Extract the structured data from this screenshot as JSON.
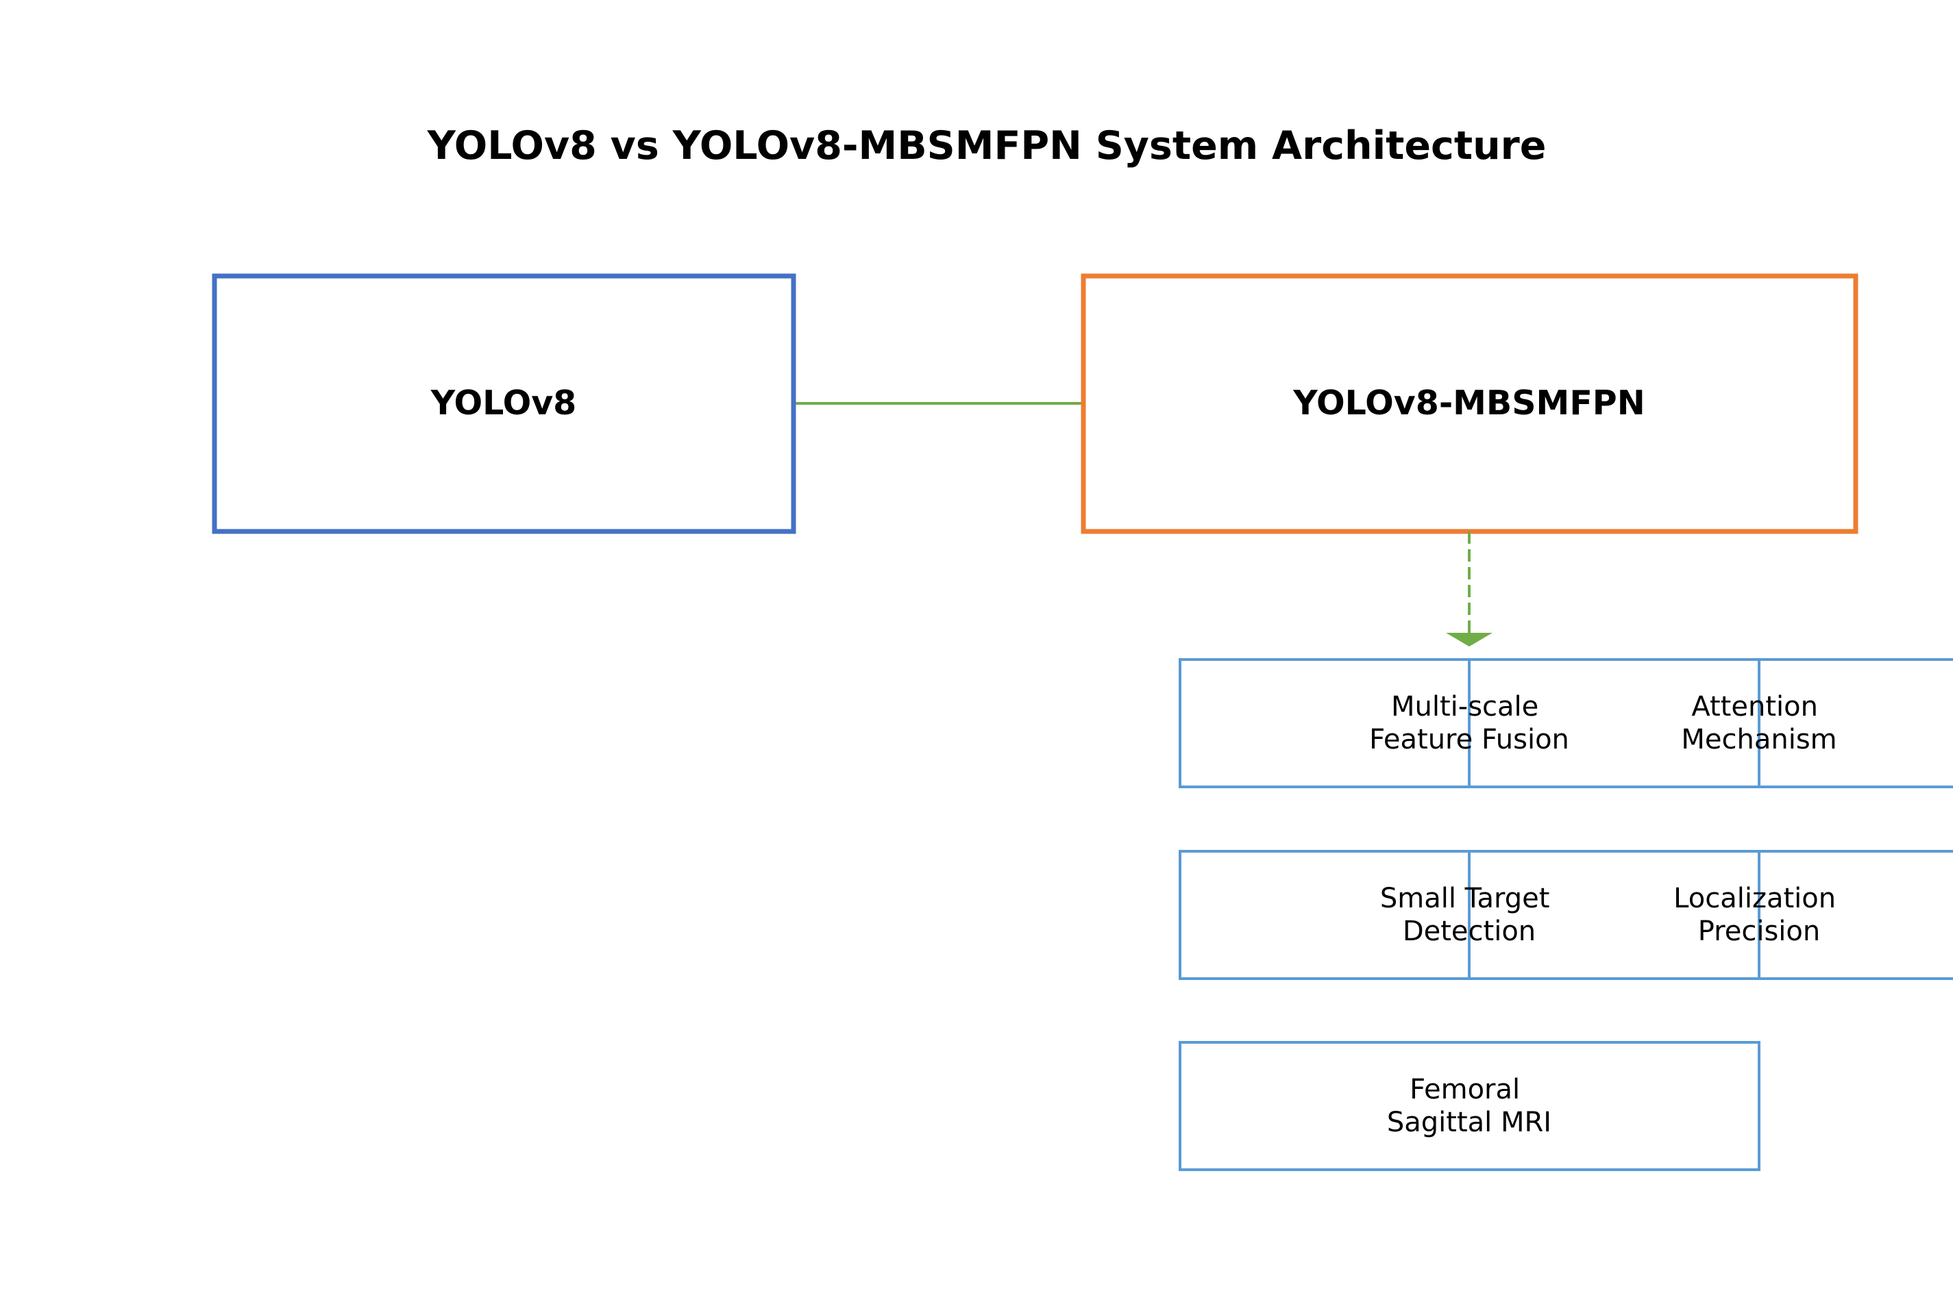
{
  "title": "YOLOv8 vs YOLOv8-MBSMFPN System Architecture",
  "colors": {
    "baseline_border": "#4472C4",
    "improved_border": "#ED7D31",
    "connector": "#70AD47",
    "module_border": "#5B9BD5",
    "text": "#000000",
    "background": "#FFFFFF"
  },
  "nodes": {
    "baseline": {
      "label": "YOLOv8"
    },
    "improved": {
      "label": "YOLOv8-MBSMFPN"
    }
  },
  "modules": [
    {
      "id": "multi-scale-feature-fusion",
      "lines": [
        "Multi-scale",
        "Feature Fusion"
      ]
    },
    {
      "id": "attention-mechanism",
      "lines": [
        "Attention",
        "Mechanism"
      ]
    },
    {
      "id": "small-target-detection",
      "lines": [
        "Small Target",
        "Detection"
      ]
    },
    {
      "id": "localization-precision",
      "lines": [
        "Localization",
        "Precision"
      ]
    },
    {
      "id": "femoral-sagittal-mri",
      "lines": [
        "Femoral",
        "Sagittal MRI"
      ]
    }
  ],
  "edges": [
    {
      "from": "baseline",
      "to": "improved",
      "style": "solid"
    },
    {
      "from": "improved",
      "to": "modules",
      "style": "dashed-arrow"
    }
  ]
}
